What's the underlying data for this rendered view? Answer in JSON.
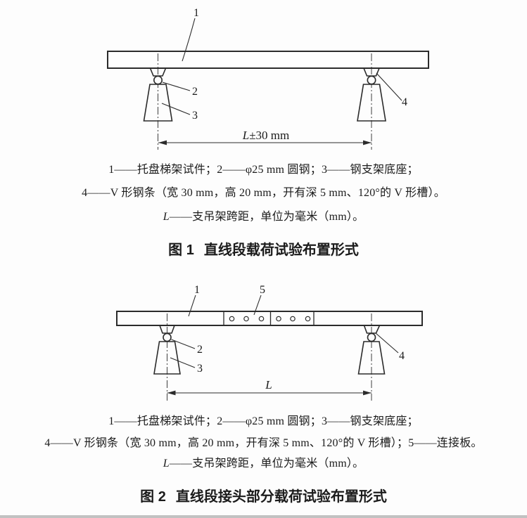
{
  "colors": {
    "line": "#2b2b2b",
    "text": "#1b1b1b",
    "background": "#fdfdfd"
  },
  "figure1": {
    "part_labels": {
      "item1": "1",
      "item2": "2",
      "item3": "3",
      "item4": "4"
    },
    "dimension": {
      "symbol": "L",
      "tolerance": "±30 mm"
    },
    "legend_line1": "1——托盘梯架试件；2——φ25 mm 圆钢；3——钢支架底座；",
    "legend_line2": "4——V 形钢条（宽 30 mm，高 20 mm，开有深 5 mm、120°的 V 形槽）。",
    "legend_line3_symbol": "L",
    "legend_line3_rest": "——支吊架跨距，单位为毫米（mm）。",
    "caption_number": "图 1",
    "caption_title": "直线段载荷试验布置形式"
  },
  "figure2": {
    "part_labels": {
      "item1": "1",
      "item2": "2",
      "item3": "3",
      "item4": "4",
      "item5": "5"
    },
    "dimension": {
      "symbol": "L"
    },
    "legend_line1": "1——托盘梯架试件；2——φ25 mm 圆钢；3——钢支架底座；",
    "legend_line2": "4——V 形钢条（宽 30 mm，高 20 mm，开有深 5 mm、120°的 V 形槽）；5——连接板。",
    "legend_line3_symbol": "L",
    "legend_line3_rest": "——支吊架跨距，单位为毫米（mm）。",
    "caption_number": "图 2",
    "caption_title": "直线段接头部分载荷试验布置形式"
  }
}
